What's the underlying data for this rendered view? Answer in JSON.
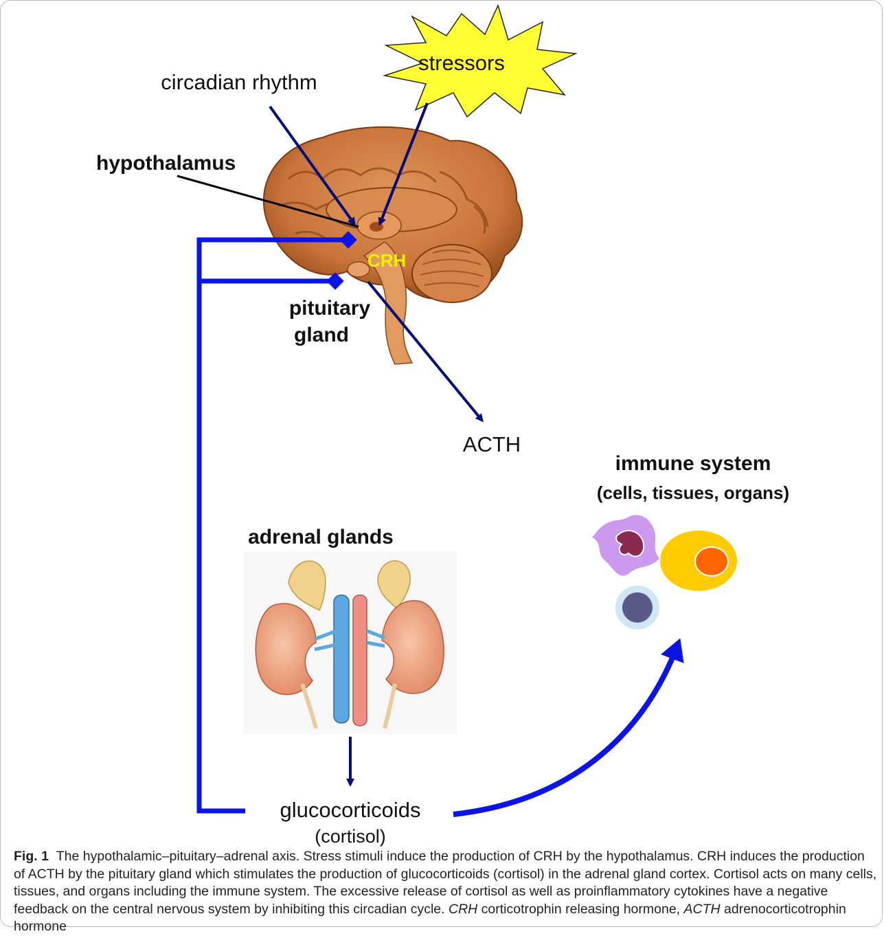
{
  "labels": {
    "stressors": "stressors",
    "circadian": "circadian rhythm",
    "hypothalamus": "hypothalamus",
    "crh": "CRH",
    "pituitary_line1": "pituitary",
    "pituitary_line2": "gland",
    "acth": "ACTH",
    "immune_title": "immune system",
    "immune_sub": "(cells, tissues, organs)",
    "adrenal": "adrenal glands",
    "gluco": "glucocorticoids",
    "cortisol": "(cortisol)"
  },
  "caption": {
    "fig_label": "Fig. 1",
    "text": "The hypothalamic–pituitary–adrenal axis. Stress stimuli induce the production of CRH by the hypothalamus. CRH induces the production of ACTH by the pituitary gland which stimulates the production of glucocorticoids (cortisol) in the adrenal gland cortex. Cortisol acts on many cells, tissues, and organs including the immune system. The excessive release of cortisol as well as proinflammatory cytokines have a negative feedback on the central nervous system by inhibiting this circadian cycle.",
    "abbr1": "CRH",
    "def1": "corticotrophin releasing hormone,",
    "abbr2": "ACTH",
    "def2": "adrenocorticotrophin hormone"
  },
  "colors": {
    "navy_arrow": "#000a7a",
    "blue_feedback": "#0a14e6",
    "crh_text": "#f5f000",
    "stressor_fill": "#ffff33"
  }
}
